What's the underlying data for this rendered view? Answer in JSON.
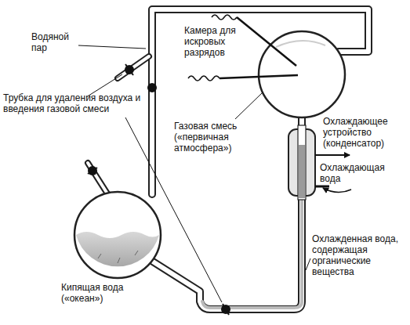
{
  "diagram": {
    "labels": [
      "Водяной пар",
      "Камера для искровых разрядов",
      "Трубка для удаления воздуха и введения газовой смеси",
      "Газовая смесь («первичная атмосфера»)",
      "Охлаждающее устройство (конденсатор)",
      "Охлаждающая вода",
      "Охлажденная вода, содержащая органические вещества",
      "Кипящая вода («океан»)"
    ]
  }
}
